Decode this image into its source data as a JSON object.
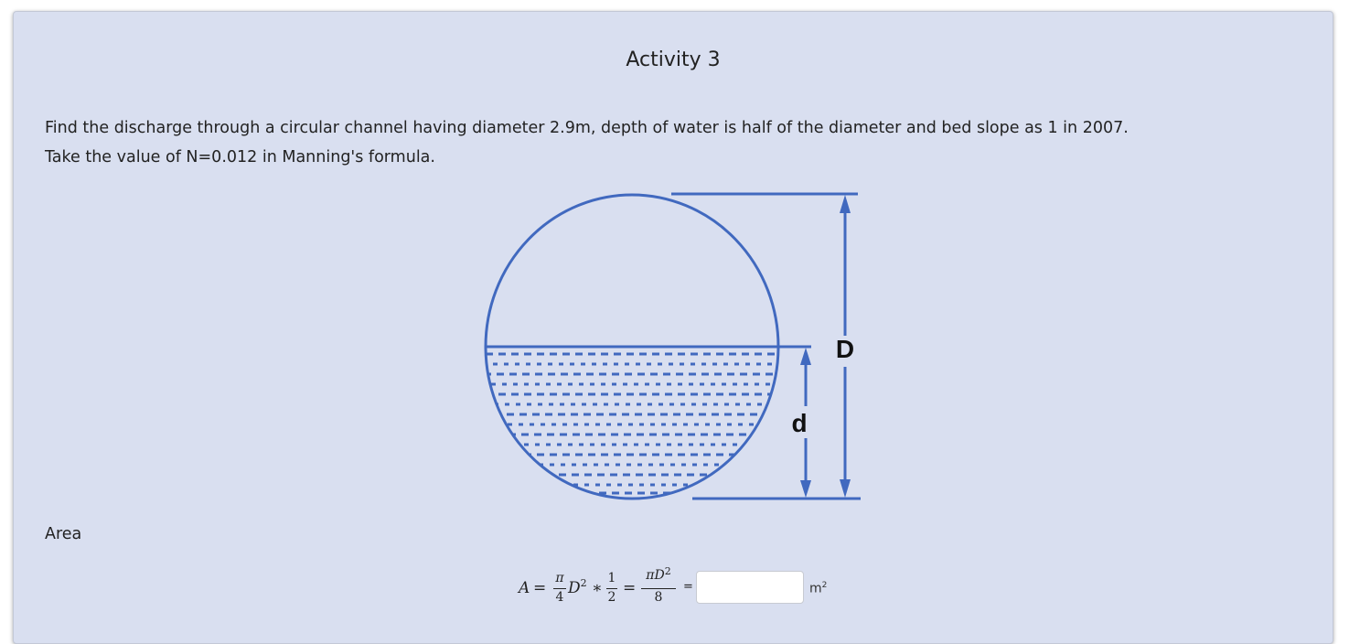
{
  "activity": {
    "title": "Activity 3"
  },
  "problem": {
    "line1": "Find the discharge through a circular channel having diameter 2.9m, depth of water is half of the diameter and bed slope as 1 in 2007.",
    "line2": "Take the value of N=0.012 in Manning's formula."
  },
  "diagram": {
    "label_D": "D",
    "label_d": "d",
    "stroke_color": "#4169bf",
    "water_dash_color": "#4169bf"
  },
  "area": {
    "label": "Area",
    "formula": {
      "lhs": "A",
      "eq1": "=",
      "pi_num": "π",
      "four_den": "4",
      "D": "D",
      "sq": "2",
      "times": "∗",
      "one_num": "1",
      "two_den": "2",
      "eq2": "=",
      "piD_num": "πD",
      "eight_den": "8",
      "eq3": "="
    },
    "input_value": "",
    "unit": "m",
    "unit_exp": "2"
  }
}
